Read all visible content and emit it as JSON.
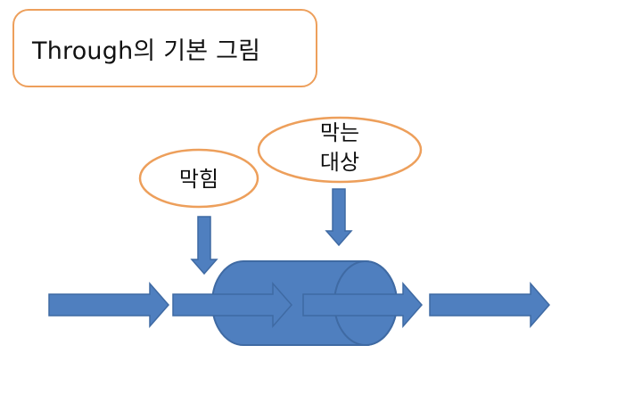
{
  "title": "Through의 기본 그림",
  "labels": {
    "blocking": "막힘",
    "blocked_target_line1": "막는",
    "blocked_target_line2": "대상"
  },
  "colors": {
    "accent_orange": "#ED9F5B",
    "shape_blue": "#4F7FBF",
    "shape_blue_dark": "#3F6AA3"
  }
}
